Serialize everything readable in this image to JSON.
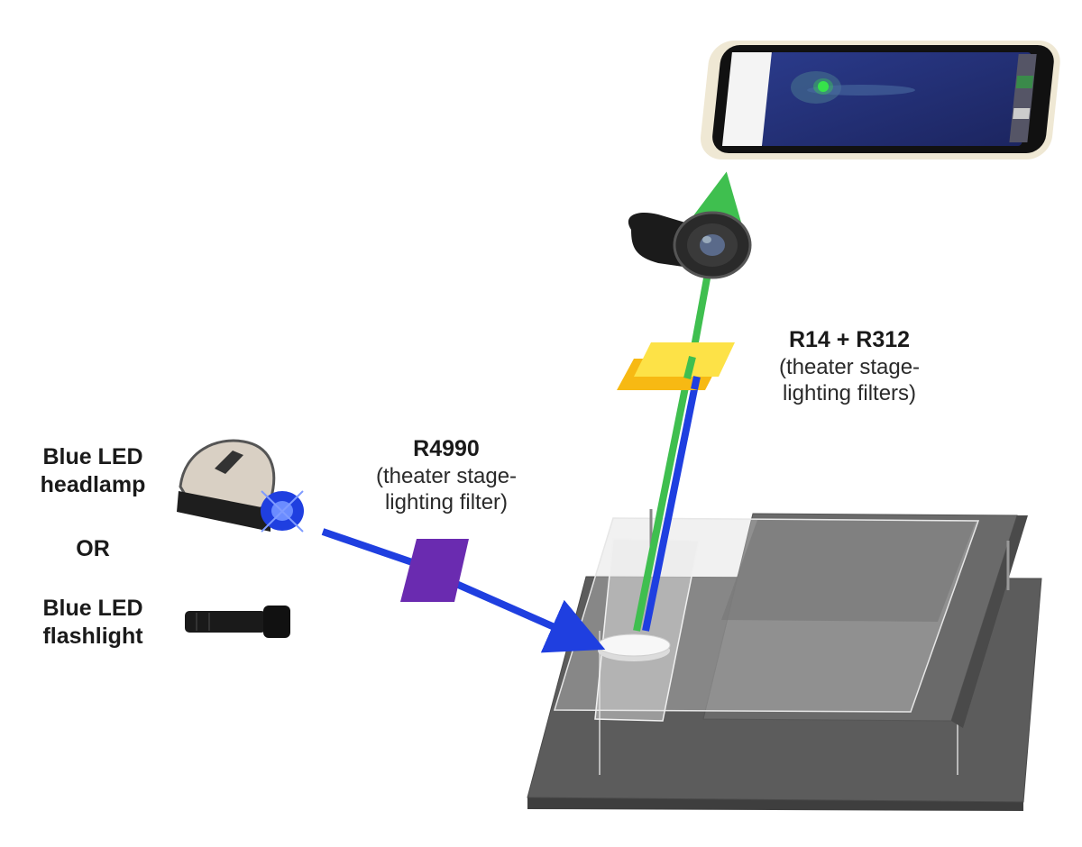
{
  "sources": {
    "headlamp_label": "Blue LED\nheadlamp",
    "or_label": "OR",
    "flashlight_label": "Blue LED\nflashlight"
  },
  "excitation_filter": {
    "name": "R4990",
    "desc": "(theater stage-\nlighting filter)"
  },
  "emission_filter": {
    "name": "R14 + R312",
    "desc": "(theater stage-\nlighting filters)"
  },
  "colors": {
    "blue_beam": "#1f3fe0",
    "green_beam": "#3fbf4f",
    "excitation_filter": "#6a2bb0",
    "emission_filter": "#f3c418",
    "stage": "#5a5a5a"
  }
}
